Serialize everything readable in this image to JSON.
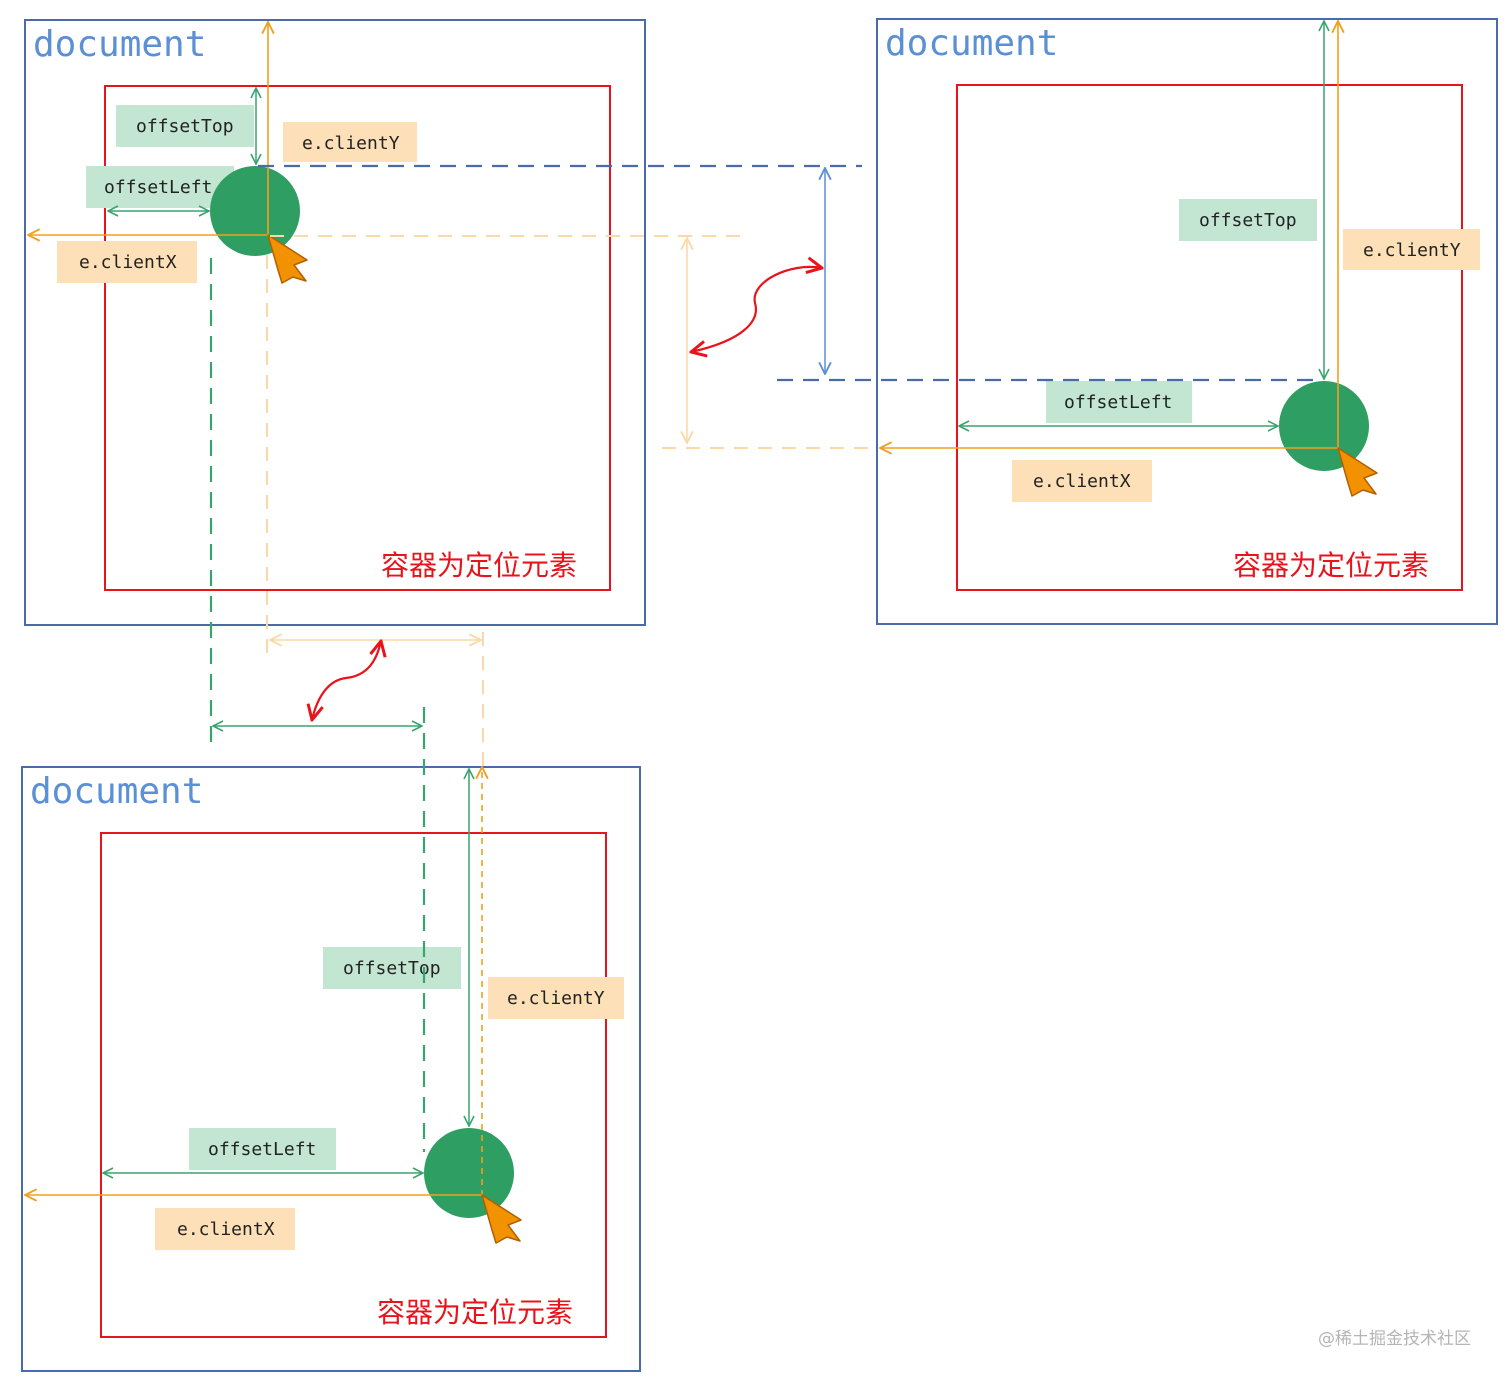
{
  "colors": {
    "document_border": "#4a6ba8",
    "document_text": "#5b8fd6",
    "container_border": "#e8141b",
    "container_text": "#e8141b",
    "green": "#2e9e63",
    "green_line": "#3aa370",
    "orange": "#f0a020",
    "orange_light": "#fbd9a6",
    "offset_label_bg": "#c2e6d2",
    "client_label_bg": "#fde0b8",
    "blue_dash": "#4a6ba8",
    "blue_arrow": "#5b8fd6",
    "red_arrow": "#e8141b",
    "cursor_fill": "#f39200"
  },
  "panels": [
    {
      "id": "top-left",
      "document_label": "document",
      "container_label": "容器为定位元素",
      "offset_top_label": "offsetTop",
      "offset_left_label": "offsetLeft",
      "client_y_label": "e.clientY",
      "client_x_label": "e.clientX"
    },
    {
      "id": "top-right",
      "document_label": "document",
      "container_label": "容器为定位元素",
      "offset_top_label": "offsetTop",
      "offset_left_label": "offsetLeft",
      "client_y_label": "e.clientY",
      "client_x_label": "e.clientX"
    },
    {
      "id": "bottom-left",
      "document_label": "document",
      "container_label": "容器为定位元素",
      "offset_top_label": "offsetTop",
      "offset_left_label": "offsetLeft",
      "client_y_label": "e.clientY",
      "client_x_label": "e.clientX"
    }
  ],
  "watermark": "@稀土掘金技术社区"
}
